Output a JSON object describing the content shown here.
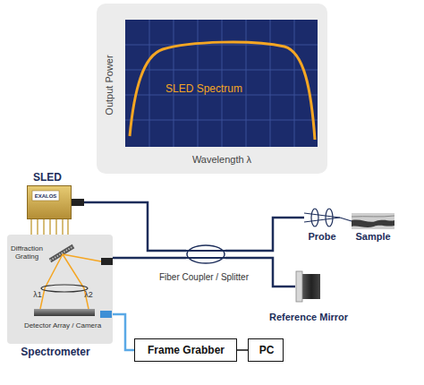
{
  "diagram": {
    "nodes": [
      {
        "text": [
          "Output Power",
          "Wavelength λ"
        ]
      },
      {
        "text": [
          "SLED Spectrum"
        ],
        "in": 0
      },
      {
        "text": [
          "SLED"
        ]
      },
      {
        "text": [
          "Spectrometer"
        ]
      },
      {
        "text": [
          "Fiber Coupler / Splitter"
        ]
      },
      {
        "text": [
          "Probe"
        ]
      },
      {
        "text": [
          "Sample"
        ]
      },
      {
        "text": [
          "Reference Mirror"
        ]
      },
      {
        "text": [
          "Frame Grabber"
        ]
      },
      {
        "text": [
          "PC"
        ]
      }
    ],
    "edges": [
      {
        "from": 2,
        "to": 4,
        "arrow": "none"
      },
      {
        "from": 4,
        "to": 3,
        "arrow": "none"
      },
      {
        "from": 4,
        "to": 5,
        "arrow": "none"
      },
      {
        "from": 4,
        "to": 7,
        "arrow": "none"
      },
      {
        "from": 3,
        "to": 8,
        "arrow": "none"
      },
      {
        "from": 8,
        "to": 9,
        "arrow": "none"
      }
    ],
    "labels": [
      "EXALOS",
      "Diffraction Grating",
      "λ1",
      "λ2",
      "Detector Array / Camera"
    ]
  }
}
